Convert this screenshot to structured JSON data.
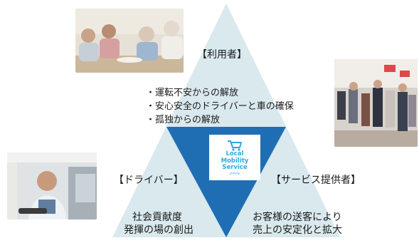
{
  "users": {
    "heading": "【利用者】",
    "benefits": [
      "運転不安からの解放",
      "安心安全のドライバーと車の確保",
      "孤独からの解放"
    ]
  },
  "driver": {
    "heading": "【ドライバー】",
    "lines": [
      "社会貢献度",
      "発揮の場の創出"
    ]
  },
  "provider": {
    "heading": "【サービス提供者】",
    "lines": [
      "お客様の送客により",
      "売上の安定化と拡大"
    ]
  },
  "logo": {
    "lines": [
      "Local",
      "Mobility",
      "Service"
    ],
    "sub": "JAPAN"
  },
  "colors": {
    "triangle_outer": "#d9e9ee",
    "triangle_inner": "#1f6eb4",
    "logo_accent": "#2ea9df"
  }
}
